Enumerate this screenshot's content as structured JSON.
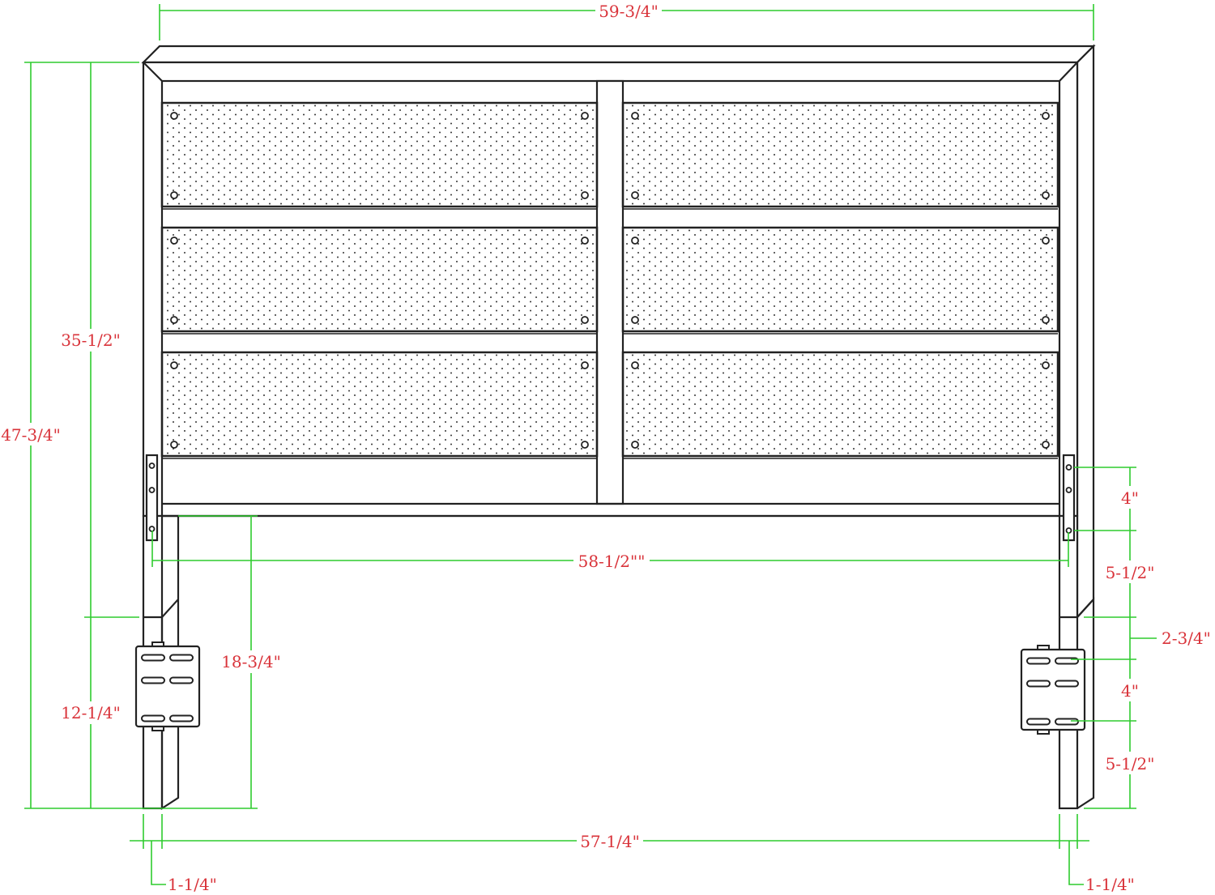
{
  "title": "Headboard dimension drawing",
  "colors": {
    "dimension_line": "#2ecc2e",
    "dimension_text": "#d9333a",
    "outline": "#222222"
  },
  "dimensions": {
    "overall_width": "59-3/4\"",
    "overall_height": "47-3/4\"",
    "panel_height": "35-1/2\"",
    "leg_height": "12-1/4\"",
    "floor_to_rail": "18-3/4\"",
    "plate_span": "58-1/2\"\"",
    "leg_span": "57-1/4\"",
    "leg_width_left": "1-1/4\"",
    "leg_width_right": "1-1/4\"",
    "plate_hole_spacing": "4\"",
    "plate_to_leg": "5-1/2\"",
    "bracket_offset": "2-3/4\"",
    "bracket_hole_spacing": "4\"",
    "bracket_to_floor": "5-1/2\""
  }
}
